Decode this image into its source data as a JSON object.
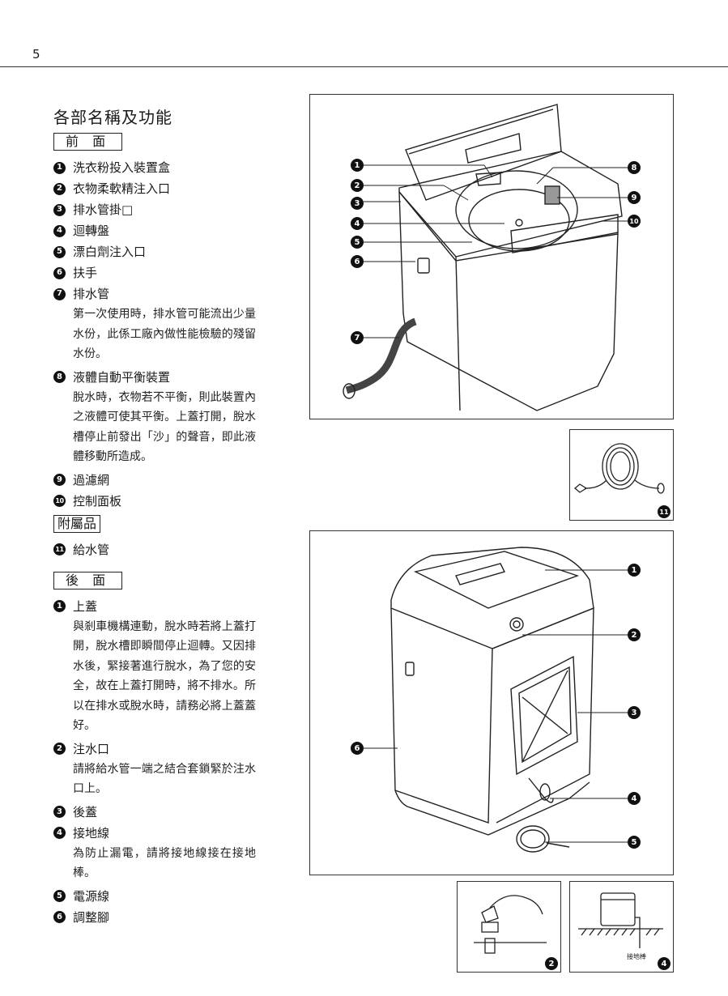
{
  "page_number": "5",
  "title": "各部名稱及功能",
  "front": {
    "label": "前 面",
    "items": [
      {
        "num": "1",
        "name": "洗衣粉投入裝置盒"
      },
      {
        "num": "2",
        "name": "衣物柔軟精注入口"
      },
      {
        "num": "3",
        "name": "排水管掛□"
      },
      {
        "num": "4",
        "name": "迴轉盤"
      },
      {
        "num": "5",
        "name": "漂白劑注入口"
      },
      {
        "num": "6",
        "name": "扶手"
      },
      {
        "num": "7",
        "name": "排水管",
        "desc": "第一次使用時，排水管可能流出少量水份，此係工廠內做性能檢驗的殘留水份。"
      },
      {
        "num": "8",
        "name": "液體自動平衡裝置",
        "desc": "脫水時，衣物若不平衡，則此裝置內之液體可使其平衡。上蓋打開，脫水槽停止前發出「沙」的聲音，即此液體移動所造成。"
      },
      {
        "num": "9",
        "name": "過濾網"
      },
      {
        "num": "10",
        "name": "控制面板"
      }
    ]
  },
  "accessories": {
    "label": "附屬品",
    "items": [
      {
        "num": "11",
        "name": "給水管"
      }
    ]
  },
  "back": {
    "label": "後 面",
    "items": [
      {
        "num": "1",
        "name": "上蓋",
        "desc": "與剎車機構連動，脫水時若將上蓋打開，脫水槽即瞬間停止迴轉。又因排水後，緊接著進行脫水，為了您的安全，故在上蓋打開時，將不排水。所以在排水或脫水時，請務必將上蓋蓋好。"
      },
      {
        "num": "2",
        "name": "注水口",
        "desc": "請將給水管一端之結合套鎖緊於注水口上。"
      },
      {
        "num": "3",
        "name": "後蓋"
      },
      {
        "num": "4",
        "name": "接地線",
        "desc": "為防止漏電，請將接地線接在接地棒。"
      },
      {
        "num": "5",
        "name": "電源線"
      },
      {
        "num": "6",
        "name": "調整腳"
      }
    ]
  },
  "figures": {
    "front_callouts": [
      "1",
      "2",
      "3",
      "4",
      "5",
      "6",
      "7",
      "8",
      "9",
      "10"
    ],
    "hose_callout": "11",
    "back_callouts": [
      "1",
      "2",
      "3",
      "4",
      "5",
      "6"
    ],
    "inlet_callout": "2",
    "ground_callout": "4",
    "ground_label": "接地棒"
  }
}
